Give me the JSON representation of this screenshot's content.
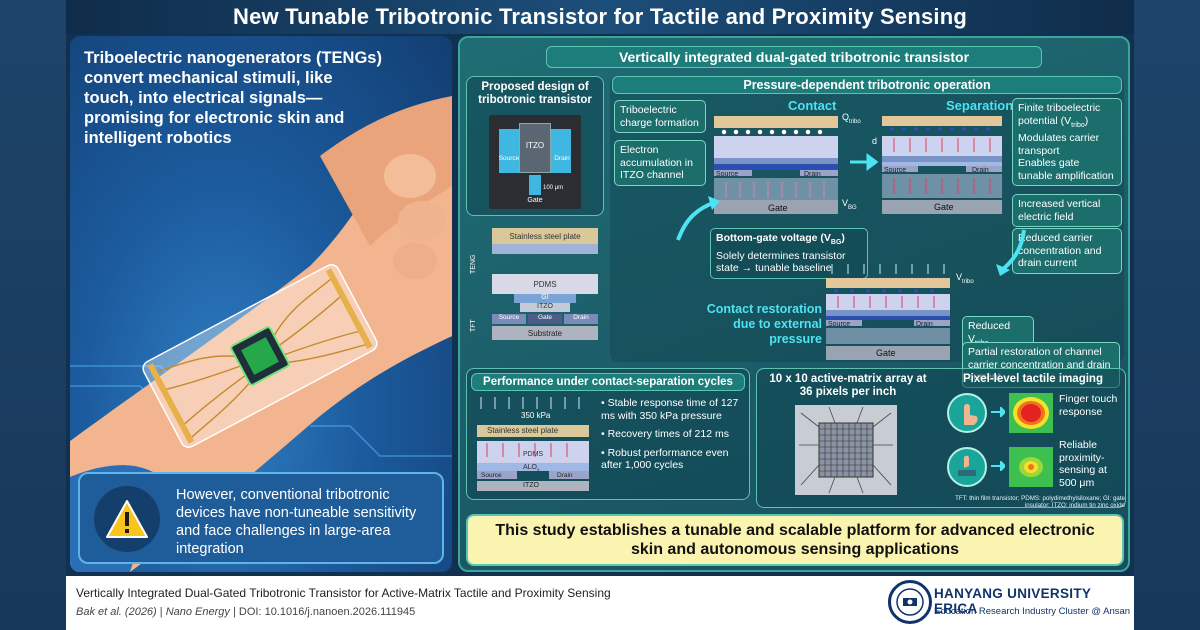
{
  "title": "New Tunable Tribotronic Transistor for Tactile and Proximity Sensing",
  "left": {
    "intro": "Triboelectric nanogenerators (TENGs) convert mechanical stimuli, like touch, into electrical signals—promising for electronic skin and intelligent robotics",
    "warning": "However, conventional tribotronic devices have non-tuneable sensitivity and face challenges in large-area integration",
    "warning_icon": "warning-triangle-icon"
  },
  "right": {
    "header": "Vertically integrated dual-gated tribotronic transistor",
    "design": {
      "title": "Proposed design of tribotronic transistor",
      "itzo": "ITZO",
      "source": "Source",
      "drain": "Drain",
      "scale": "100 μm",
      "gate": "Gate"
    },
    "stack": {
      "steel": "Stainless steel plate",
      "teng": "TENG",
      "tft": "TFT",
      "pdms": "PDMS",
      "gi": "GI",
      "itzo": "ITZO",
      "source": "Source",
      "gate": "Gate",
      "drain": "Drain",
      "substrate": "Substrate"
    },
    "operation": {
      "title": "Pressure-dependent tribotronic operation",
      "contact": "Contact",
      "separation": "Separation",
      "charge_formation": "Triboelectric charge formation",
      "electron_accum": "Electron accumulation in ITZO channel",
      "finite": "Finite triboelectric potential (V",
      "finite_sub": "tribo",
      "finite_end": ")",
      "modulates": "Modulates carrier transport",
      "enables": "Enables gate tunable amplification",
      "increased": "Increased vertical electric field",
      "reduced_carrier": "Reduced carrier concentration and drain current",
      "bottom_gate": "Bottom-gate voltage (V",
      "bottom_gate_sub": "BG",
      "bottom_gate_end": ")",
      "solely": "Solely determines transistor state → tunable baseline",
      "reduced_v": "Reduced V",
      "reduced_v_sub": "tribo",
      "restoration": "Contact restoration due to external pressure",
      "partial": "Partial restoration of channel carrier concentration and drain current",
      "source": "Source",
      "drain": "Drain",
      "gate": "Gate",
      "q": "Q",
      "q_sub": "tribo",
      "v": "V",
      "v_sub": "tribo",
      "vbg": "V",
      "vbg_sub": "BG",
      "d": "d"
    },
    "performance": {
      "title": "Performance under contact-separation cycles",
      "pressure": "350 kPa",
      "steel": "Stainless steel plate",
      "pdms": "PDMS",
      "alox": "ALO",
      "alox_sub": "x",
      "source": "Source",
      "drain": "Drain",
      "itzo": "ITZO",
      "b1": "Stable response time of 127 ms with 350 kPa pressure",
      "b2": "Recovery times of 212 ms",
      "b3": "Robust performance even after 1,000 cycles"
    },
    "array": {
      "title": "10 x 10 active-matrix array at 36 pixels per inch"
    },
    "imaging": {
      "title": "Pixel-level tactile imaging",
      "finger": "Finger touch response",
      "proximity": "Reliable proximity-sensing at 500 μm"
    },
    "footnote": "TFT: thin film transistor; PDMS: polydimethylsiloxane; GI: gate insulator; ITZO: indium tin zinc oxide",
    "conclusion": "This study establishes a tunable and scalable platform for advanced electronic skin and autonomous sensing applications"
  },
  "footer": {
    "citation": "Vertically Integrated Dual-Gated Tribotronic Transistor for Active-Matrix Tactile and Proximity Sensing",
    "authors": "Bak et al. (2026)",
    "journal": "Nano Energy",
    "doi": "DOI: 10.1016/j.nanoen.2026.111945",
    "university": "HANYANG UNIVERSITY ERICA",
    "cluster": "Education Research Industry Cluster @ Ansan"
  },
  "colors": {
    "accent": "#4de3f2",
    "panel": "#1f6d74",
    "conclusion_bg": "#fbf3b0"
  }
}
